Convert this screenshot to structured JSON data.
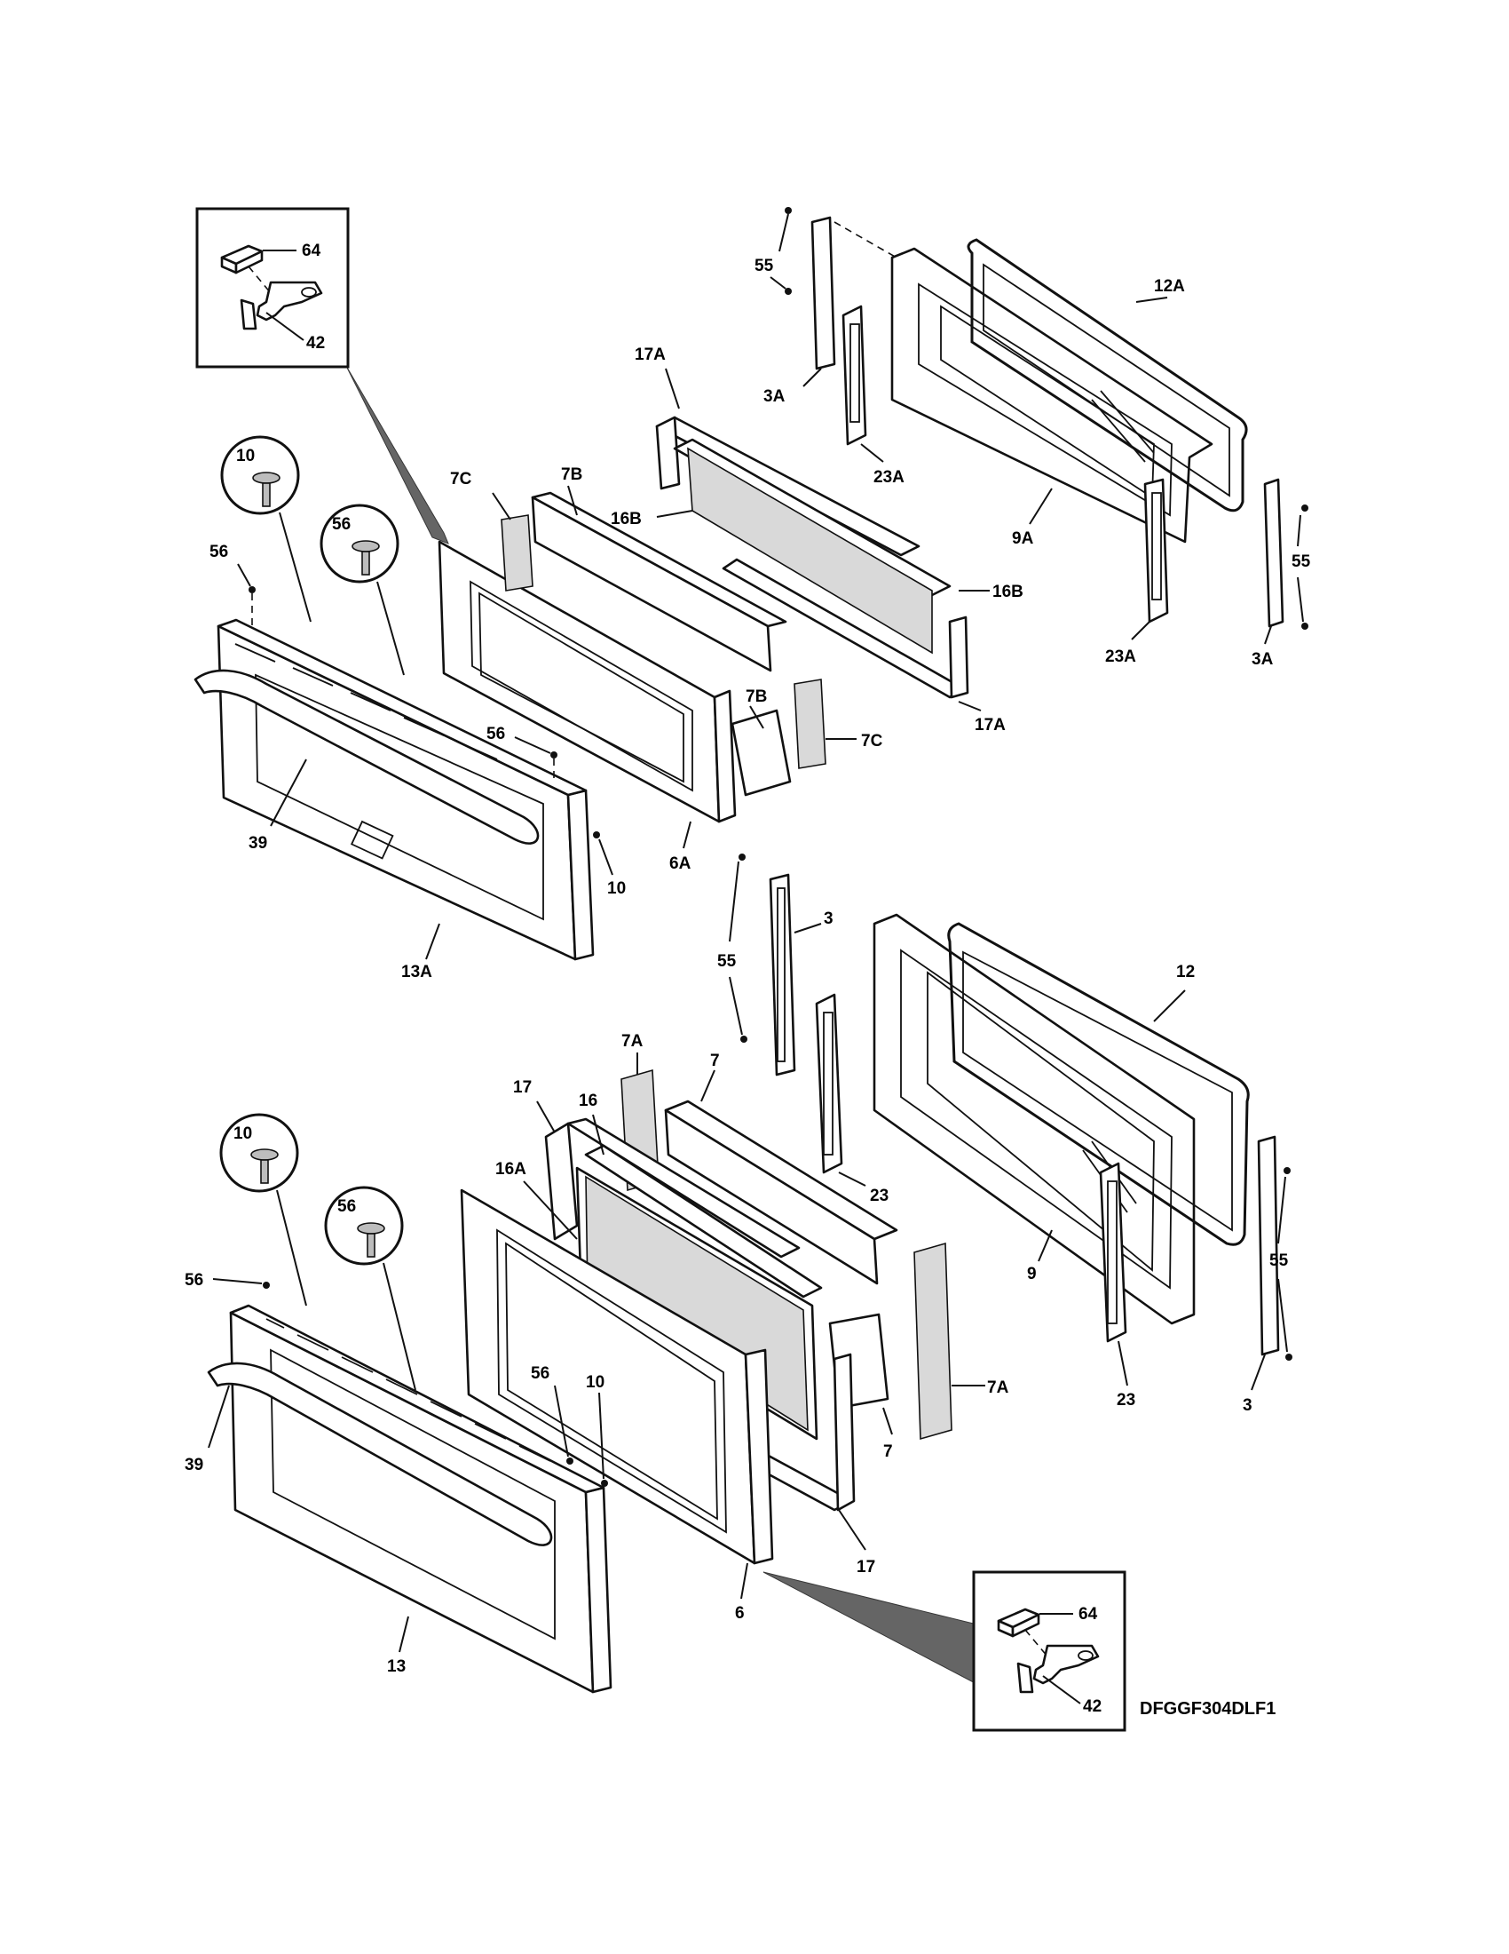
{
  "diagram_code": "DFGGF304DLF1",
  "callouts": {
    "upper": {
      "c64": "64",
      "c42": "42",
      "c55a": "55",
      "c55b": "55",
      "c3a_l": "3A",
      "c3a_r": "3A",
      "c12a": "12A",
      "c9a": "9A",
      "c23a_l": "23A",
      "c23a_r": "23A",
      "c17a_t": "17A",
      "c17a_b": "17A",
      "c16b_l": "16B",
      "c16b_r": "16B",
      "c7b_t": "7B",
      "c7b_b": "7B",
      "c7c_t": "7C",
      "c7c_b": "7C",
      "c6a": "6A",
      "c10_circle": "10",
      "c56_circle": "56",
      "c56_l": "56",
      "c56_r": "56",
      "c10_r": "10",
      "c39": "39",
      "c13a": "13A"
    },
    "lower": {
      "c55a": "55",
      "c55b": "55",
      "c3_t": "3",
      "c3_b": "3",
      "c12": "12",
      "c9": "9",
      "c23_l": "23",
      "c23_r": "23",
      "c7a_t": "7A",
      "c7a_b": "7A",
      "c7_t": "7",
      "c7_b": "7",
      "c17_t": "17",
      "c17_b": "17",
      "c16": "16",
      "c16a": "16A",
      "c10_circle": "10",
      "c56_circle": "56",
      "c56_l": "56",
      "c56_m": "56",
      "c10_m": "10",
      "c39": "39",
      "c13": "13",
      "c6": "6",
      "c64": "64",
      "c42": "42"
    }
  }
}
